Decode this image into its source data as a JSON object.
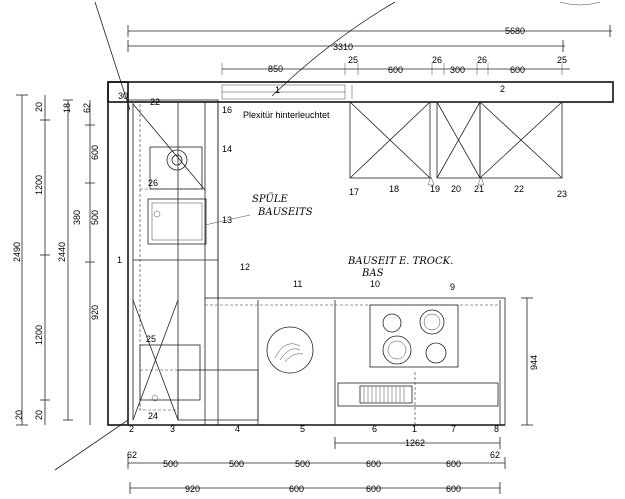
{
  "top_dims": {
    "total": "5680",
    "run": "3310",
    "d850": "850",
    "d25a": "25",
    "d600a": "600",
    "d26a": "26",
    "d300": "300",
    "d26b": "26",
    "d600b": "600",
    "d25b": "25"
  },
  "left_dims": {
    "overall": "2490",
    "inner": "2440",
    "d20_top": "20",
    "d1200_top": "1200",
    "d20_bot": "20",
    "d1200_bot": "1200",
    "d18": "18",
    "d62": "62",
    "d600": "600",
    "d380": "380",
    "d500": "500",
    "d920": "920",
    "d20_bot2": "20"
  },
  "right_dims": {
    "d944": "944"
  },
  "bottom_dims": {
    "d1262": "1262",
    "row1": [
      "62",
      "500",
      "500",
      "500",
      "600",
      "600",
      "62"
    ],
    "row2": [
      "920",
      "600",
      "600",
      "600"
    ]
  },
  "numbers": {
    "n1": "1",
    "n2": "2",
    "n3": "3",
    "n4": "4",
    "n5": "5",
    "n6": "6",
    "n7": "7",
    "n8": "8",
    "n9": "9",
    "n10": "10",
    "n11": "11",
    "n12": "12",
    "n13": "13",
    "n14": "14",
    "n16": "16",
    "n17": "17",
    "n18": "18",
    "n19": "19",
    "n20": "20",
    "n21": "21",
    "n22": "22",
    "n23": "23",
    "n24": "24",
    "n25": "25",
    "n26": "26",
    "n30": "30",
    "n1_left": "1",
    "n2_bottom": "2"
  },
  "texts": {
    "plexitur": "Plexitür hinterleuchtet",
    "spule1": "SPÜLE",
    "spule2": "BAUSEITS",
    "bauseit1": "BAUSEIT E. TROCK.",
    "bauseit2": "BAS",
    "small_22": "22"
  }
}
